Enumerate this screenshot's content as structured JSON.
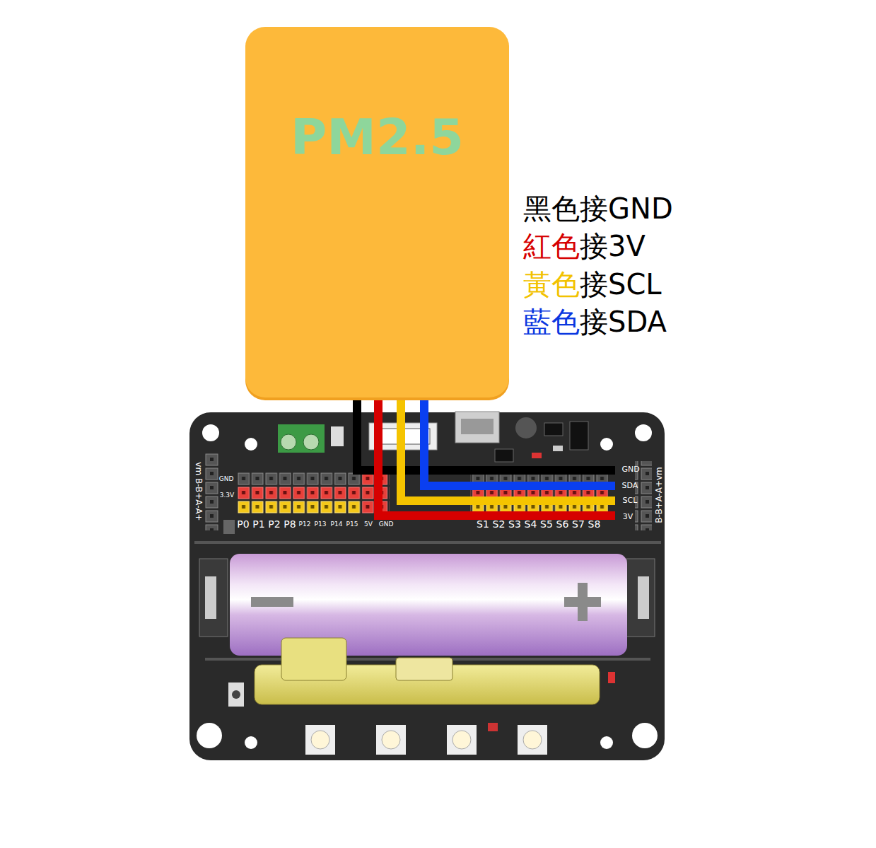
{
  "diagram": {
    "nodes": [
      {
        "text": [
          "PM2.5"
        ]
      }
    ],
    "labels": [
      "黑色",
      "接GND",
      "紅色",
      "接3V",
      "黃色",
      "接SCL",
      "藍色",
      "接SDA",
      "vm B-B+A-A+",
      "B-B+A-A+vm",
      "GND",
      "3.3V",
      "P0",
      "P1",
      "P2",
      "P8",
      "P12",
      "P13",
      "P14",
      "P15",
      "5V",
      "GND",
      "S1",
      "S2",
      "S3",
      "S4",
      "S5",
      "S6",
      "S7",
      "S8",
      "GND",
      "SDA",
      "SCL",
      "3V"
    ]
  }
}
